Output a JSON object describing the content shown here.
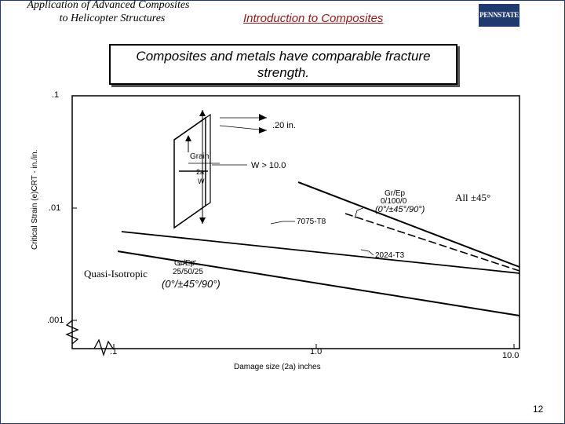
{
  "header": {
    "course_title_line1": "Application of Advanced Composites",
    "course_title_line2": "to Helicopter Structures",
    "section_title": "Introduction to Composites",
    "logo_text": "PENNSTATE"
  },
  "callout": {
    "line1": "Composites and metals have comparable fracture",
    "line2": "strength."
  },
  "figure": {
    "y_axis_label": "Critical Strain (e)CRT - in./in.",
    "x_axis_label": "Damage size (2a) inches",
    "y_ticks": [
      ".1",
      ".01",
      ".001"
    ],
    "x_ticks": [
      ".1",
      "1.0",
      "10.0"
    ],
    "specimen": {
      "thickness": ".20 in.",
      "width": "W > 10.0",
      "grain": "Grain",
      "crack": "2a",
      "w": "W"
    },
    "curve_labels": {
      "gr_ep_top": "Gr/Ep",
      "gr_ep_top_ratio": "0/100/0",
      "gr_ep_top_angles": "(0°/±45°/90°)",
      "al7075": "7075-T8",
      "al2024": "2024-T3",
      "gr_ep_bottom": "Gr/Ep",
      "gr_ep_bottom_ratio": "25/50/25",
      "gr_ep_bottom_angles": "(0°/±45°/90°)"
    },
    "annotations": {
      "all45": "All ±45°",
      "quasi": "Quasi-Isotropic"
    }
  },
  "footer": {
    "page_number": "12"
  }
}
